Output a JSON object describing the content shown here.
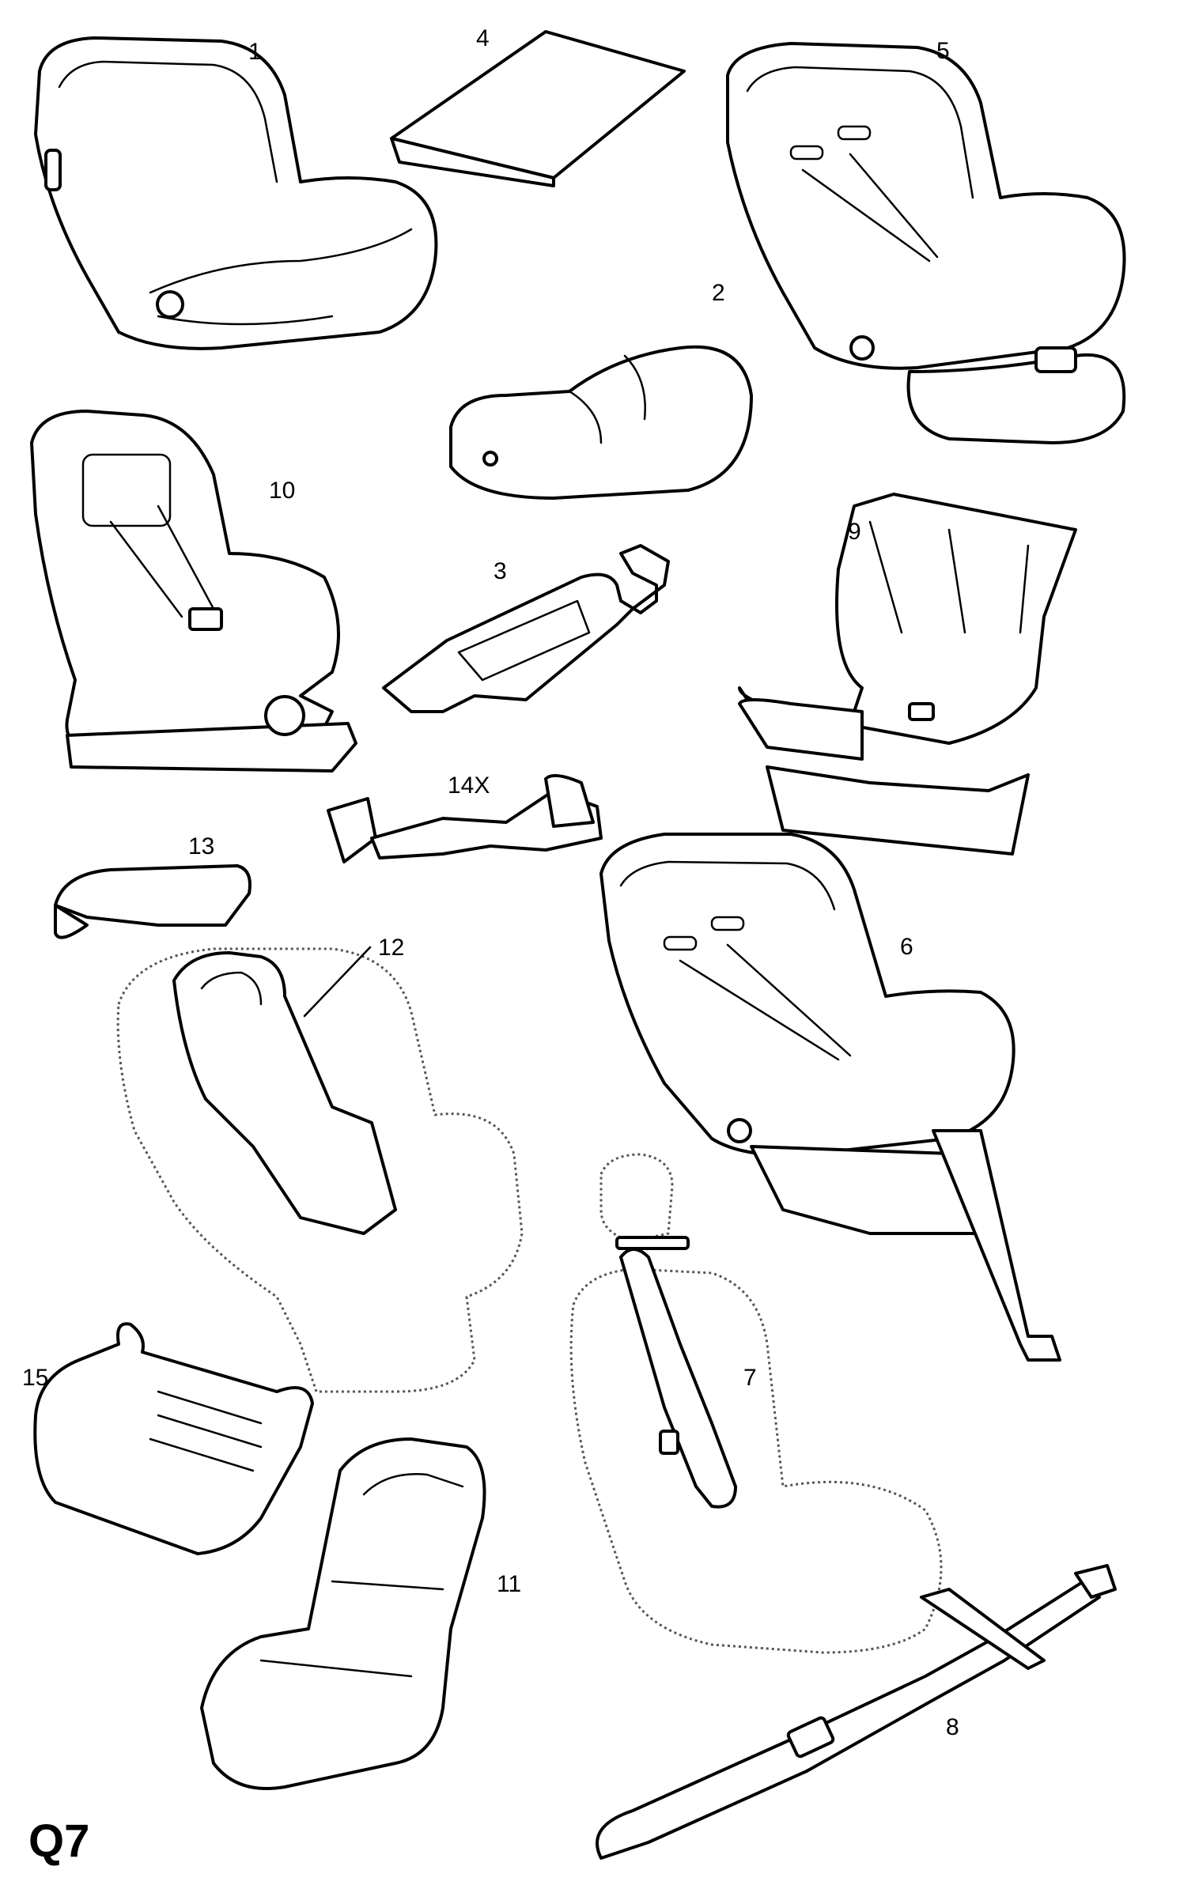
{
  "page_code": "Q7",
  "callouts": {
    "c1": "1",
    "c2": "2",
    "c3": "3",
    "c4": "4",
    "c5": "5",
    "c6": "6",
    "c7": "7",
    "c8": "8",
    "c9": "9",
    "c10": "10",
    "c11": "11",
    "c12": "12",
    "c13": "13",
    "c14x": "14X",
    "c15": "15"
  },
  "colors": {
    "line": "#000000",
    "phantom": "#555555",
    "background": "#ffffff"
  }
}
